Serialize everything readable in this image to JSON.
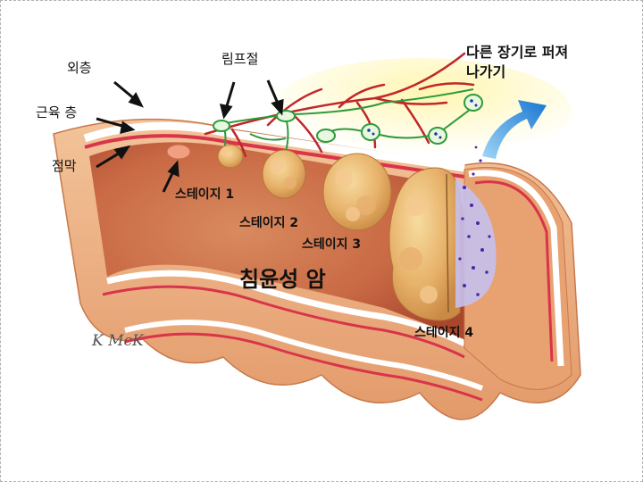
{
  "labels": {
    "serosa": "외층",
    "muscle_layer": "근육 층",
    "mucosa": "점막",
    "lymph_node": "림프절",
    "spread_line1": "다른 장기로 퍼져",
    "spread_line2": "나가기",
    "stage1": "스테이지 1",
    "stage2": "스테이지 2",
    "stage3": "스테이지 3",
    "stage4": "스테이지 4",
    "invasive_cancer": "침윤성 암"
  },
  "signature": "K McK"
}
